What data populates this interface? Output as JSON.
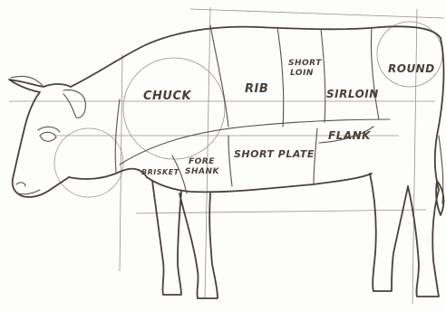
{
  "diagram": {
    "cuts": {
      "chuck": "CHUCK",
      "rib": "RIB",
      "short_loin_line1": "SHORT",
      "short_loin_line2": "LOIN",
      "sirloin": "SIRLOIN",
      "round": "ROUND",
      "flank": "FLANK",
      "short_plate": "SHORT PLATE",
      "fore_shank_line1": "FORE",
      "fore_shank_line2": "SHANK",
      "brisket": "BRISKET"
    },
    "colors": {
      "ink": "#4a4038",
      "guide": "#9a918a",
      "background": "#fdfdfc"
    }
  }
}
